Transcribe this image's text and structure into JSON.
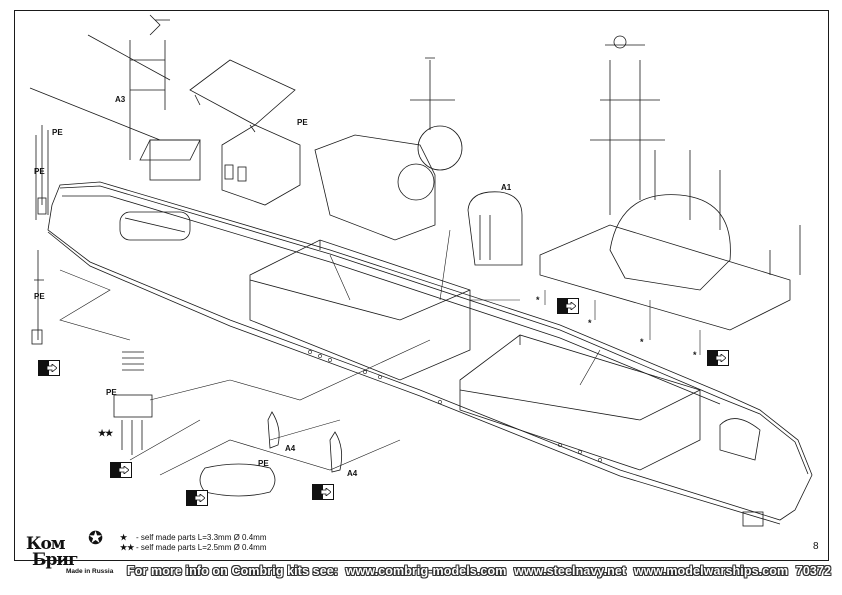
{
  "labels": {
    "a1": "A1",
    "a3": "A3",
    "a4_left": "A4",
    "a4_right": "A4",
    "pe_1": "PE",
    "pe_2": "PE",
    "pe_3": "PE",
    "pe_4": "PE",
    "pe_5": "PE",
    "pe_6": "PE"
  },
  "legend": {
    "single_star": "★",
    "single_text": "- self made parts L=3.3mm  Ø 0.4mm",
    "double_star": "★★",
    "double_text": "- self made parts L=2.5mm  Ø 0.4mm",
    "stars_marker": "★★"
  },
  "logo": {
    "line1": "Ком",
    "line2": "Бриг",
    "made_in": "Made in Russia"
  },
  "page_number": "8",
  "footer": {
    "text": "For more info on Combrig kits see:",
    "url1": "www.combrig-models.com",
    "url2": "www.steelnavy.net",
    "url3": "www.modelwarships.com",
    "code": "70372"
  },
  "colors": {
    "ink": "#1a1a1a",
    "paper": "#ffffff"
  }
}
